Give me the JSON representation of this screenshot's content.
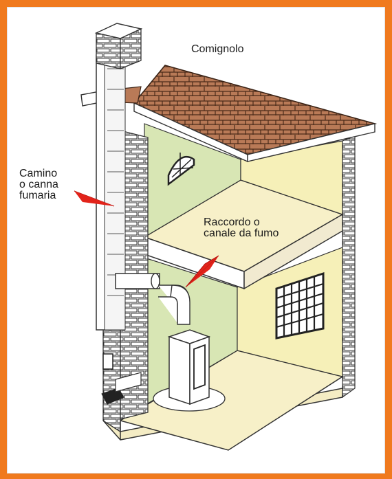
{
  "labels": {
    "comignolo": "Comignolo",
    "camino_line1": "Camino",
    "camino_line2": "o canna",
    "camino_line3": "fumaria",
    "raccordo_line1": "Raccordo o",
    "raccordo_line2": "canale da fumo"
  },
  "colors": {
    "border": "#f07a1e",
    "wall_green": "#d8e6b4",
    "wall_yellow": "#f6f0b8",
    "floor": "#f7f0c8",
    "roof_tile": "#b97a57",
    "arrow": "#e2231a"
  }
}
